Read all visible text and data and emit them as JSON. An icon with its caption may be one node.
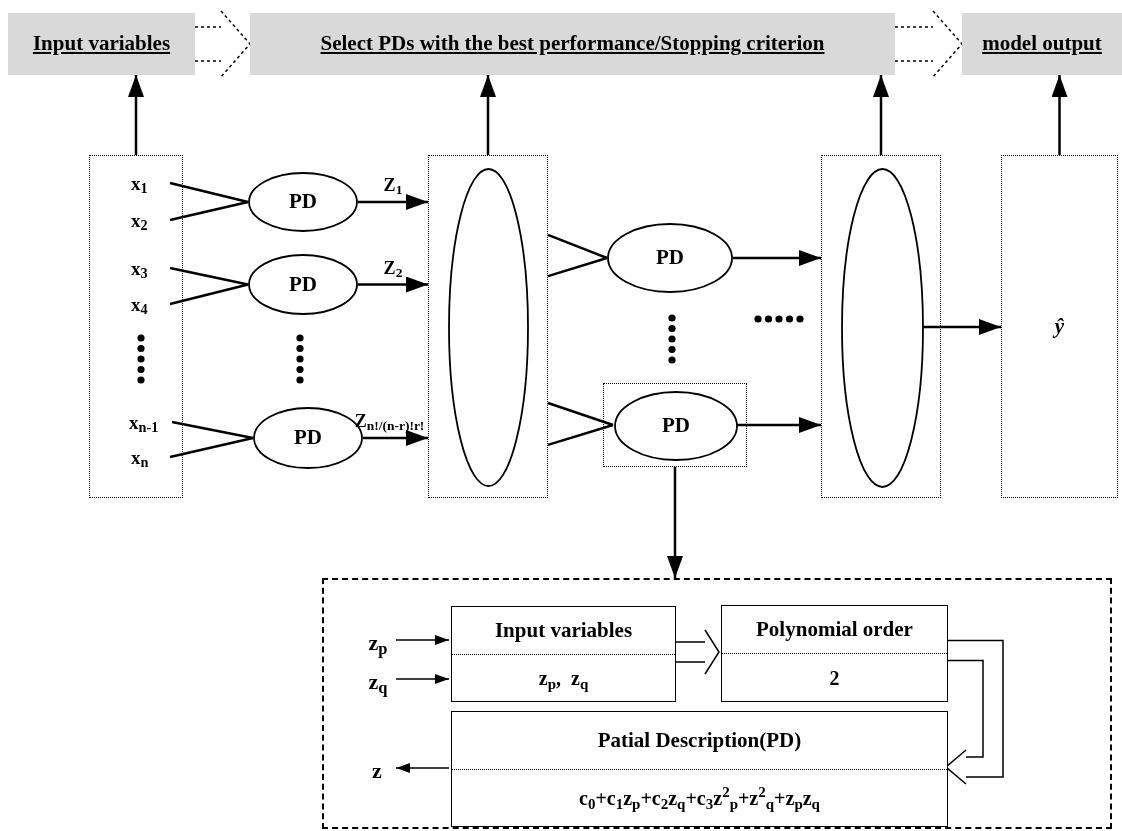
{
  "diagram": {
    "nodes": [
      {
        "text": [
          "Input variables"
        ]
      },
      {
        "text": [
          "Select PDs with the best performance/Stopping criterion"
        ]
      },
      {
        "text": [
          "model output"
        ]
      },
      {
        "text": [],
        "shape": "box"
      },
      {
        "text": [
          "x$_{1}$"
        ],
        "in": 3
      },
      {
        "text": [
          "x$_{2}$"
        ],
        "in": 3
      },
      {
        "text": [
          "x$_{3}$"
        ],
        "in": 3
      },
      {
        "text": [
          "x$_{4}$"
        ],
        "in": 3
      },
      {
        "text": [
          "x$_{n-1}$"
        ],
        "in": 3
      },
      {
        "text": [
          "x$_{n}$"
        ],
        "in": 3
      },
      {
        "text": [
          "PD"
        ]
      },
      {
        "text": [
          "PD"
        ]
      },
      {
        "text": [
          "PD"
        ]
      },
      {
        "text": [],
        "shape": "box"
      },
      {
        "text": [],
        "shape": "ellipse",
        "in": 13
      },
      {
        "text": [
          "PD"
        ]
      },
      {
        "text": [],
        "shape": "box"
      },
      {
        "text": [
          "PD"
        ],
        "in": 16
      },
      {
        "text": [],
        "shape": "box"
      },
      {
        "text": [],
        "shape": "ellipse",
        "in": 18
      },
      {
        "text": [
          "ŷ"
        ]
      },
      {
        "text": [],
        "shape": "box"
      },
      {
        "text": [
          "z$_{p}$"
        ],
        "in": 21
      },
      {
        "text": [
          "z$_{q}$"
        ],
        "in": 21
      },
      {
        "text": [
          "Input variables",
          "z$_{p}$,  z$_{q}$"
        ],
        "in": 21
      },
      {
        "text": [
          "Polynomial order",
          "2"
        ],
        "in": 21
      },
      {
        "text": [
          "Patial Description(PD)",
          "c$_{0}$+c$_{1}$z$_{p}$+c$_{2}$z$_{q}$+c$_{3}$z$^{2}$$_{p}$+z$^{2}$$_{q}$+z$_{p}$z$_{q}$"
        ],
        "in": 21
      },
      {
        "text": [
          "z"
        ],
        "in": 21
      }
    ],
    "edges": [
      {
        "from": 0,
        "to": 1,
        "arrow": "to",
        "style": "dashed"
      },
      {
        "from": 1,
        "to": 2,
        "arrow": "to",
        "style": "dashed"
      },
      {
        "from": 3,
        "to": 0,
        "arrow": "to"
      },
      {
        "from": 13,
        "to": 1,
        "arrow": "to"
      },
      {
        "from": 18,
        "to": 1,
        "arrow": "to"
      },
      {
        "from": 20,
        "to": 2,
        "arrow": "to"
      },
      {
        "from": 4,
        "to": 10,
        "arrow": "none"
      },
      {
        "from": 5,
        "to": 10,
        "arrow": "none"
      },
      {
        "from": 6,
        "to": 11,
        "arrow": "none"
      },
      {
        "from": 7,
        "to": 11,
        "arrow": "none"
      },
      {
        "from": 8,
        "to": 12,
        "arrow": "none"
      },
      {
        "from": 9,
        "to": 12,
        "arrow": "none"
      },
      {
        "from": 10,
        "to": 13,
        "arrow": "to",
        "label": "Z$_{1}$"
      },
      {
        "from": 11,
        "to": 13,
        "arrow": "to",
        "label": "Z$_{2}$"
      },
      {
        "from": 12,
        "to": 13,
        "arrow": "to",
        "label": "Z$_{n!/(n-r)!r!}$"
      },
      {
        "from": 13,
        "to": 15,
        "arrow": "none"
      },
      {
        "from": 13,
        "to": 15,
        "arrow": "none"
      },
      {
        "from": 13,
        "to": 17,
        "arrow": "none"
      },
      {
        "from": 13,
        "to": 17,
        "arrow": "none"
      },
      {
        "from": 15,
        "to": 18,
        "arrow": "to"
      },
      {
        "from": 17,
        "to": 18,
        "arrow": "to"
      },
      {
        "from": 19,
        "to": 20,
        "arrow": "to"
      },
      {
        "from": 16,
        "to": 21,
        "arrow": "to"
      },
      {
        "from": 22,
        "to": 24,
        "arrow": "to"
      },
      {
        "from": 23,
        "to": 24,
        "arrow": "to"
      },
      {
        "from": 24,
        "to": 25,
        "arrow": "to",
        "style": "thick"
      },
      {
        "from": 25,
        "to": 26,
        "arrow": "to",
        "style": "thick"
      },
      {
        "from": 26,
        "to": 27,
        "arrow": "to"
      }
    ]
  }
}
